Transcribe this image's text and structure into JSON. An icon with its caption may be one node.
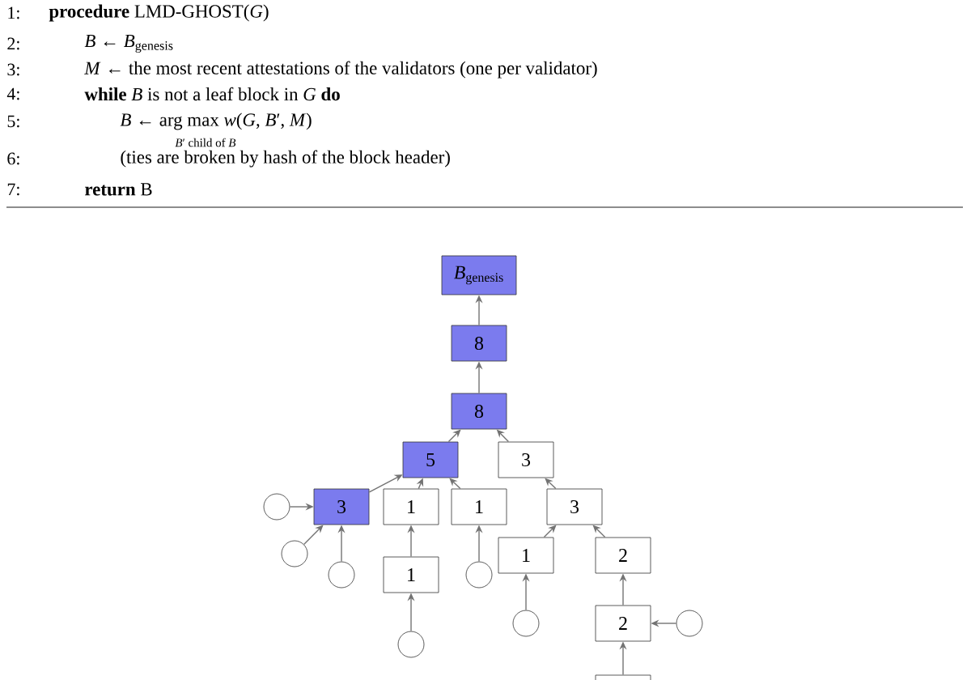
{
  "diagram": {
    "nodes": [
      {
        "text": [
          "*B*$_{genesis}$"
        ]
      },
      {
        "text": [
          "8"
        ]
      },
      {
        "text": [
          "8"
        ]
      },
      {
        "text": [
          "5"
        ]
      },
      {
        "text": [
          "3"
        ]
      },
      {
        "text": [],
        "shape": "circle"
      },
      {
        "text": [
          "3"
        ]
      },
      {
        "text": [
          "1"
        ]
      },
      {
        "text": [
          "1"
        ]
      },
      {
        "text": [
          "3"
        ]
      },
      {
        "text": [],
        "shape": "circle"
      },
      {
        "text": [],
        "shape": "circle"
      },
      {
        "text": [
          "1"
        ]
      },
      {
        "text": [
          "1"
        ]
      },
      {
        "text": [
          "2"
        ]
      },
      {
        "text": [],
        "shape": "circle"
      },
      {
        "text": [],
        "shape": "circle"
      },
      {
        "text": [],
        "shape": "circle"
      },
      {
        "text": [
          "2"
        ]
      },
      {
        "text": [],
        "shape": "circle"
      },
      {
        "text": [],
        "shape": "box"
      }
    ],
    "edges": [
      {
        "from": 1,
        "to": 0,
        "arrow": "to"
      },
      {
        "from": 2,
        "to": 1,
        "arrow": "to"
      },
      {
        "from": 3,
        "to": 2,
        "arrow": "to"
      },
      {
        "from": 4,
        "to": 2,
        "arrow": "to"
      },
      {
        "from": 6,
        "to": 3,
        "arrow": "to"
      },
      {
        "from": 7,
        "to": 3,
        "arrow": "to"
      },
      {
        "from": 8,
        "to": 3,
        "arrow": "to"
      },
      {
        "from": 5,
        "to": 6,
        "arrow": "to"
      },
      {
        "from": 10,
        "to": 6,
        "arrow": "to"
      },
      {
        "from": 11,
        "to": 6,
        "arrow": "to"
      },
      {
        "from": 12,
        "to": 7,
        "arrow": "to"
      },
      {
        "from": 15,
        "to": 8,
        "arrow": "to"
      },
      {
        "from": 9,
        "to": 4,
        "arrow": "to"
      },
      {
        "from": 13,
        "to": 9,
        "arrow": "to"
      },
      {
        "from": 14,
        "to": 9,
        "arrow": "to"
      },
      {
        "from": 16,
        "to": 12,
        "arrow": "to"
      },
      {
        "from": 17,
        "to": 13,
        "arrow": "to"
      },
      {
        "from": 18,
        "to": 14,
        "arrow": "to"
      },
      {
        "from": 19,
        "to": 18,
        "arrow": "to"
      },
      {
        "from": 20,
        "to": 18,
        "arrow": "to"
      }
    ],
    "labels": [
      "1:",
      "**procedure** LMD-GHOST(*G*)",
      "2:",
      "*B* ← *B*$_{genesis}$",
      "3:",
      "*M* ← the most recent attestations of the validators (one per validator)",
      "4:",
      "**while** *B* is not a leaf block in *G* **do**",
      "5:",
      "*B* ← arg max *w*(*G*, *B*′, *M*)",
      "*B*′ child of *B*",
      "6:",
      "(ties are broken by hash of the block header)",
      "7:",
      "**return** B"
    ]
  }
}
